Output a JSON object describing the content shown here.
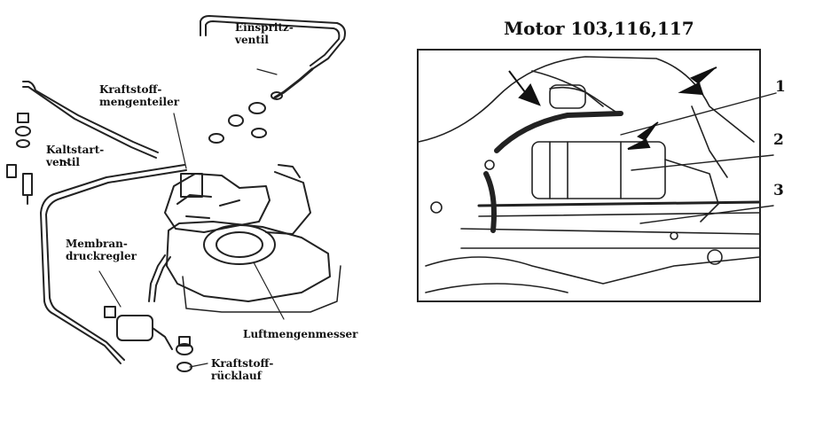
{
  "left_diagram": {
    "labels": {
      "einspritzventil": "Einspritz-\nventil",
      "kraftstoffmengenteiler": "Kraftstoff-\nmengenteiler",
      "kaltstartventil": "Kaltstart-\nventil",
      "membrandruckregler": "Membran-\ndruckregler",
      "luftmengenmesser": "Luftmengenmesser",
      "kraftstoffruecklauf": "Kraftstoff-\nrücklauf"
    }
  },
  "right_diagram": {
    "title": "Motor 103,116,117",
    "callouts": [
      "1",
      "2",
      "3"
    ]
  }
}
